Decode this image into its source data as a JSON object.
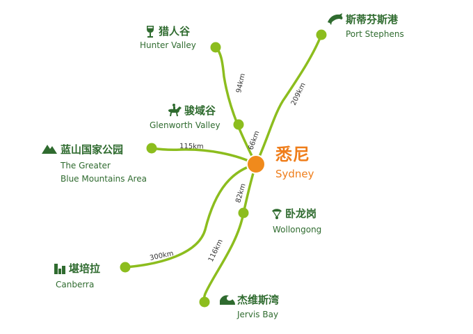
{
  "colors": {
    "route": "#8cbd1e",
    "hub": "#f08a1c",
    "label": "#2f6b2f",
    "hub_label": "#ef7d1a"
  },
  "hub": {
    "name_zh": "悉尼",
    "name_en": "Sydney"
  },
  "destinations": [
    {
      "id": "hunter-valley",
      "name_zh": "猎人谷",
      "name_en": "Hunter Valley",
      "distance": "94km",
      "icon": "wine-glass-icon"
    },
    {
      "id": "glenworth-valley",
      "name_zh": "骏域谷",
      "name_en": "Glenworth Valley",
      "distance": "66km",
      "icon": "horse-rider-icon"
    },
    {
      "id": "port-stephens",
      "name_zh": "斯蒂芬斯港",
      "name_en": "Port Stephens",
      "distance": "209km",
      "icon": "dolphin-icon"
    },
    {
      "id": "blue-mountains",
      "name_zh": "蓝山国家公园",
      "name_en_line1": "The Greater",
      "name_en_line2": "Blue Mountains Area",
      "distance": "115km",
      "icon": "mountain-icon"
    },
    {
      "id": "wollongong",
      "name_zh": "卧龙岗",
      "name_en": "Wollongong",
      "distance": "82km",
      "icon": "paraglider-icon"
    },
    {
      "id": "canberra",
      "name_zh": "堪培拉",
      "name_en": "Canberra",
      "distance": "300km",
      "icon": "city-buildings-icon"
    },
    {
      "id": "jervis-bay",
      "name_zh": "杰维斯湾",
      "name_en": "Jervis Bay",
      "distance": "116km",
      "icon": "wave-icon"
    }
  ]
}
